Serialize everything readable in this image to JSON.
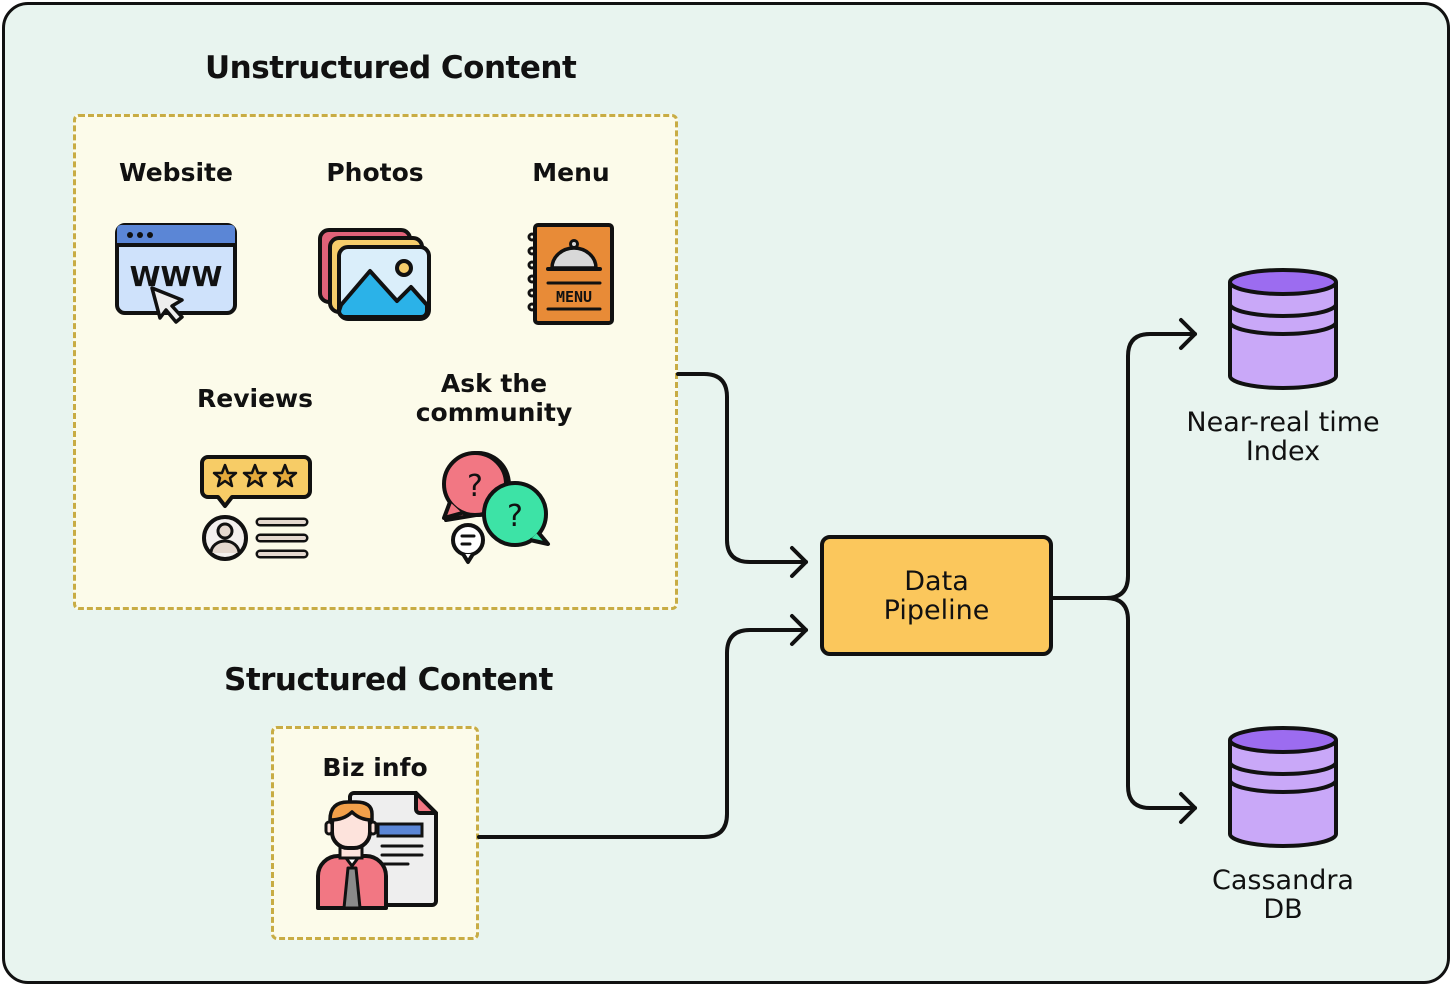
{
  "diagram": {
    "sections": {
      "unstructured_title": "Unstructured Content",
      "structured_title": "Structured Content"
    },
    "unstructured_items": [
      {
        "label": "Website",
        "icon": "website-www-icon"
      },
      {
        "label": "Photos",
        "icon": "photos-icon"
      },
      {
        "label": "Menu",
        "icon": "menu-book-icon"
      },
      {
        "label": "Reviews",
        "icon": "reviews-icon"
      },
      {
        "label": "Ask the community",
        "icon": "chat-questions-icon"
      }
    ],
    "structured_items": [
      {
        "label": "Biz info",
        "icon": "business-profile-icon"
      }
    ],
    "pipeline": {
      "label": "Data Pipeline"
    },
    "outputs": [
      {
        "label": "Near-real time Index",
        "icon": "database-icon"
      },
      {
        "label": "Cassandra DB",
        "icon": "database-icon"
      }
    ],
    "icon_text": {
      "www": "WWW",
      "menu": "MENU",
      "question": "?"
    },
    "colors": {
      "background": "#e8f4ef",
      "group_fill": "#fcfbea",
      "group_border": "#c8ac44",
      "pipeline_fill": "#fbc75c",
      "database_fill": "#c9a8f8",
      "database_top": "#9c6cf0"
    },
    "edges": [
      {
        "from": "Unstructured Content",
        "to": "Data Pipeline"
      },
      {
        "from": "Structured Content",
        "to": "Data Pipeline"
      },
      {
        "from": "Data Pipeline",
        "to": "Near-real time Index"
      },
      {
        "from": "Data Pipeline",
        "to": "Cassandra DB"
      }
    ]
  }
}
